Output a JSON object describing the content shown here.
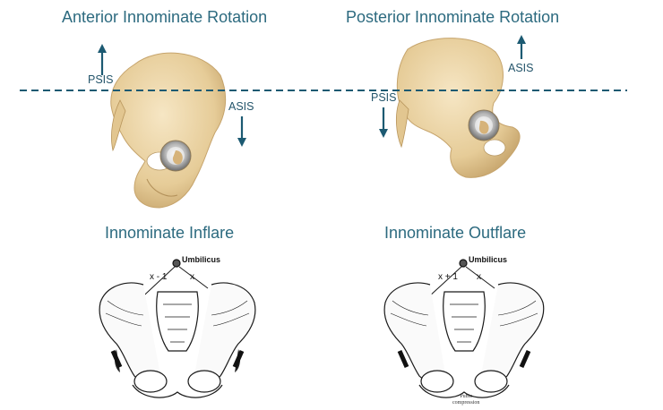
{
  "titles": {
    "anterior": "Anterior Innominate Rotation",
    "posterior": "Posterior Innominate Rotation",
    "inflare": "Innominate Inflare",
    "outflare": "Innominate Outflare"
  },
  "landmarks": {
    "psis": "PSIS",
    "asis": "ASIS",
    "umbilicus": "Umbilicus"
  },
  "measurements": {
    "inflare_left": "x - 1",
    "inflare_right": "x",
    "outflare_left": "x + 1",
    "outflare_right": "x"
  },
  "caption": {
    "line1": "Pubic",
    "line2": "compression"
  },
  "colors": {
    "title": "#2c6a7f",
    "arrow": "#1c5a72",
    "bone": "#ecd6aa"
  }
}
